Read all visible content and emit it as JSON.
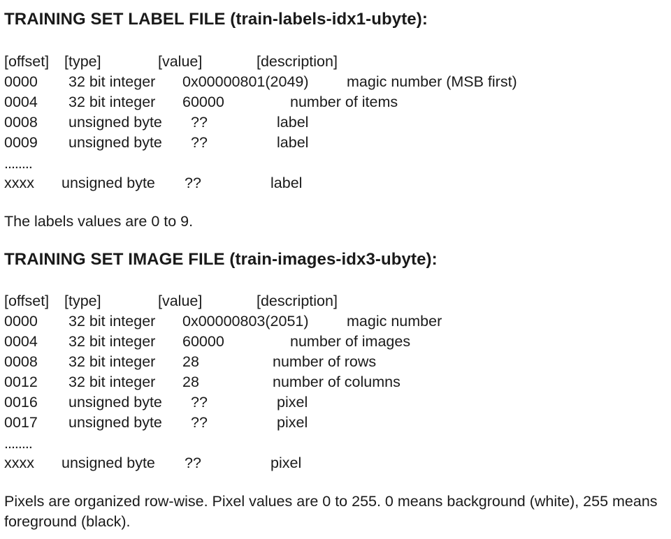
{
  "label_section": {
    "title": "TRAINING SET LABEL FILE (train-labels-idx1-ubyte):",
    "header": {
      "offset": "[offset]",
      "type": "[type]",
      "value": "[value]",
      "description": "[description]"
    },
    "rows": [
      {
        "offset": "0000",
        "type": "32 bit integer",
        "value": "0x00000801(2049)",
        "description": "magic number (MSB first)"
      },
      {
        "offset": "0004",
        "type": "32 bit integer",
        "value": "60000",
        "description": "number of items"
      },
      {
        "offset": "0008",
        "type": "unsigned byte",
        "value": "??",
        "description": "label"
      },
      {
        "offset": "0009",
        "type": "unsigned byte",
        "value": "??",
        "description": "label"
      }
    ],
    "ellipsis": "........",
    "last_row": {
      "offset": "xxxx",
      "type": "unsigned byte",
      "value": "??",
      "description": "label"
    },
    "note": "The labels values are 0 to 9."
  },
  "image_section": {
    "title": "TRAINING SET IMAGE FILE (train-images-idx3-ubyte):",
    "header": {
      "offset": "[offset]",
      "type": "[type]",
      "value": "[value]",
      "description": "[description]"
    },
    "rows": [
      {
        "offset": "0000",
        "type": "32 bit integer",
        "value": "0x00000803(2051)",
        "description": "magic number"
      },
      {
        "offset": "0004",
        "type": "32 bit integer",
        "value": "60000",
        "description": "number of images"
      },
      {
        "offset": "0008",
        "type": "32 bit integer",
        "value": "28",
        "description": "number of rows"
      },
      {
        "offset": "0012",
        "type": "32 bit integer",
        "value": "28",
        "description": "number of columns"
      },
      {
        "offset": "0016",
        "type": "unsigned byte",
        "value": "??",
        "description": "pixel"
      },
      {
        "offset": "0017",
        "type": "unsigned byte",
        "value": "??",
        "description": "pixel"
      }
    ],
    "ellipsis": "........",
    "last_row": {
      "offset": "xxxx",
      "type": "unsigned byte",
      "value": "??",
      "description": "pixel"
    },
    "note": "Pixels are organized row-wise. Pixel values are 0 to 255. 0 means background (white), 255 means foreground (black)."
  }
}
